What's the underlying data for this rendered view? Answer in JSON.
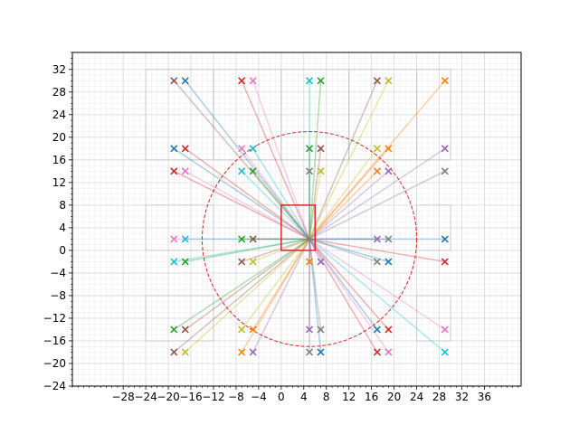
{
  "chart_data": {
    "type": "scatter",
    "title": "",
    "xlabel": "",
    "ylabel": "",
    "xlim": [
      -37,
      42.5
    ],
    "ylim": [
      -24,
      35
    ],
    "xticks": [
      -28,
      -24,
      -20,
      -16,
      -12,
      -8,
      -4,
      0,
      4,
      8,
      12,
      16,
      20,
      24,
      28,
      32,
      36
    ],
    "xtick_labels": [
      "−28",
      "−24",
      "−20",
      "−16",
      "−12",
      "−8",
      "−4",
      "0",
      "4",
      "8",
      "12",
      "16",
      "20",
      "24",
      "28",
      "32",
      "36"
    ],
    "yticks": [
      -24,
      -20,
      -16,
      -12,
      -8,
      -4,
      0,
      4,
      8,
      12,
      16,
      20,
      24,
      28,
      32
    ],
    "ytick_labels": [
      "−24",
      "−20",
      "−16",
      "−12",
      "−8",
      "−4",
      "0",
      "4",
      "8",
      "12",
      "16",
      "20",
      "24",
      "28",
      "32"
    ],
    "grid": true,
    "minor_grid": true,
    "origin": [
      5,
      2
    ],
    "rect": {
      "x0": 0,
      "y0": 0,
      "x1": 6,
      "y1": 8,
      "color": "#d62728"
    },
    "circle": {
      "cx": 5,
      "cy": 2,
      "r": 19,
      "color": "#d62728",
      "style": "dashed"
    },
    "light_boxes": [
      {
        "x0": -24,
        "x1": -12,
        "y0": 16,
        "y1": 32
      },
      {
        "x0": -12,
        "x1": 0,
        "y0": 16,
        "y1": 32
      },
      {
        "x0": 0,
        "x1": 12,
        "y0": 16,
        "y1": 32
      },
      {
        "x0": 12,
        "x1": 24,
        "y0": 16,
        "y1": 32
      },
      {
        "x0": 24,
        "x1": 30,
        "y0": 16,
        "y1": 32
      },
      {
        "x0": -24,
        "x1": -12,
        "y0": 0,
        "y1": 8
      },
      {
        "x0": 24,
        "x1": 30,
        "y0": 0,
        "y1": 8
      },
      {
        "x0": -24,
        "x1": -12,
        "y0": -16,
        "y1": -8
      },
      {
        "x0": 24,
        "x1": 30,
        "y0": -16,
        "y1": -8
      }
    ],
    "points": [
      {
        "x": -19,
        "y": 30,
        "color": "#8c564b"
      },
      {
        "x": -17,
        "y": 30,
        "color": "#1f77b4"
      },
      {
        "x": -7,
        "y": 30,
        "color": "#d62728"
      },
      {
        "x": -5,
        "y": 30,
        "color": "#e377c2"
      },
      {
        "x": 5,
        "y": 30,
        "color": "#17becf"
      },
      {
        "x": 7,
        "y": 30,
        "color": "#2ca02c"
      },
      {
        "x": 17,
        "y": 30,
        "color": "#8c564b"
      },
      {
        "x": 19,
        "y": 30,
        "color": "#bcbd22"
      },
      {
        "x": 29,
        "y": 30,
        "color": "#ff7f0e"
      },
      {
        "x": -19,
        "y": 18,
        "color": "#1f77b4"
      },
      {
        "x": -17,
        "y": 18,
        "color": "#d62728"
      },
      {
        "x": -7,
        "y": 18,
        "color": "#e377c2"
      },
      {
        "x": -5,
        "y": 18,
        "color": "#17becf"
      },
      {
        "x": 5,
        "y": 18,
        "color": "#2ca02c"
      },
      {
        "x": 7,
        "y": 18,
        "color": "#8c564b"
      },
      {
        "x": 17,
        "y": 18,
        "color": "#bcbd22"
      },
      {
        "x": 19,
        "y": 18,
        "color": "#ff7f0e"
      },
      {
        "x": 29,
        "y": 18,
        "color": "#9467bd"
      },
      {
        "x": -19,
        "y": 14,
        "color": "#d62728"
      },
      {
        "x": -17,
        "y": 14,
        "color": "#e377c2"
      },
      {
        "x": -7,
        "y": 14,
        "color": "#17becf"
      },
      {
        "x": -5,
        "y": 14,
        "color": "#2ca02c"
      },
      {
        "x": 5,
        "y": 14,
        "color": "#7f7f7f"
      },
      {
        "x": 7,
        "y": 14,
        "color": "#bcbd22"
      },
      {
        "x": 17,
        "y": 14,
        "color": "#ff7f0e"
      },
      {
        "x": 19,
        "y": 14,
        "color": "#9467bd"
      },
      {
        "x": 29,
        "y": 14,
        "color": "#7f7f7f"
      },
      {
        "x": -19,
        "y": 2,
        "color": "#e377c2"
      },
      {
        "x": -17,
        "y": 2,
        "color": "#17becf"
      },
      {
        "x": -7,
        "y": 2,
        "color": "#2ca02c"
      },
      {
        "x": -5,
        "y": 2,
        "color": "#8c564b"
      },
      {
        "x": 17,
        "y": 2,
        "color": "#9467bd"
      },
      {
        "x": 19,
        "y": 2,
        "color": "#7f7f7f"
      },
      {
        "x": 29,
        "y": 2,
        "color": "#1f77b4"
      },
      {
        "x": -19,
        "y": -2,
        "color": "#17becf"
      },
      {
        "x": -17,
        "y": -2,
        "color": "#2ca02c"
      },
      {
        "x": -7,
        "y": -2,
        "color": "#8c564b"
      },
      {
        "x": -5,
        "y": -2,
        "color": "#bcbd22"
      },
      {
        "x": 5,
        "y": -2,
        "color": "#ff7f0e"
      },
      {
        "x": 7,
        "y": -2,
        "color": "#9467bd"
      },
      {
        "x": 17,
        "y": -2,
        "color": "#7f7f7f"
      },
      {
        "x": 19,
        "y": -2,
        "color": "#1f77b4"
      },
      {
        "x": 29,
        "y": -2,
        "color": "#d62728"
      },
      {
        "x": -19,
        "y": -14,
        "color": "#2ca02c"
      },
      {
        "x": -17,
        "y": -14,
        "color": "#8c564b"
      },
      {
        "x": -7,
        "y": -14,
        "color": "#bcbd22"
      },
      {
        "x": -5,
        "y": -14,
        "color": "#ff7f0e"
      },
      {
        "x": 5,
        "y": -14,
        "color": "#9467bd"
      },
      {
        "x": 7,
        "y": -14,
        "color": "#7f7f7f"
      },
      {
        "x": 17,
        "y": -14,
        "color": "#1f77b4"
      },
      {
        "x": 19,
        "y": -14,
        "color": "#d62728"
      },
      {
        "x": 29,
        "y": -14,
        "color": "#e377c2"
      },
      {
        "x": -19,
        "y": -18,
        "color": "#8c564b"
      },
      {
        "x": -17,
        "y": -18,
        "color": "#bcbd22"
      },
      {
        "x": -7,
        "y": -18,
        "color": "#ff7f0e"
      },
      {
        "x": -5,
        "y": -18,
        "color": "#9467bd"
      },
      {
        "x": 5,
        "y": -18,
        "color": "#7f7f7f"
      },
      {
        "x": 7,
        "y": -18,
        "color": "#1f77b4"
      },
      {
        "x": 17,
        "y": -18,
        "color": "#d62728"
      },
      {
        "x": 19,
        "y": -18,
        "color": "#e377c2"
      },
      {
        "x": 29,
        "y": -18,
        "color": "#17becf"
      }
    ]
  }
}
